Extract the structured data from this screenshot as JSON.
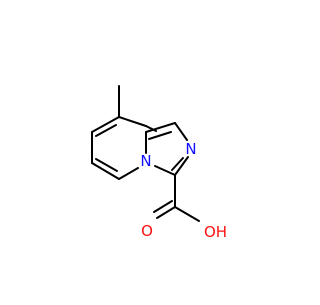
{
  "molecule": {
    "atoms": {
      "ring_nitrogen": "N",
      "imine_nitrogen": "N",
      "carbonyl_oxygen": "O",
      "hydroxyl": "OH"
    },
    "colors": {
      "bond": "#000000",
      "nitrogen": "#1010ff",
      "oxygen": "#ff1010"
    }
  }
}
